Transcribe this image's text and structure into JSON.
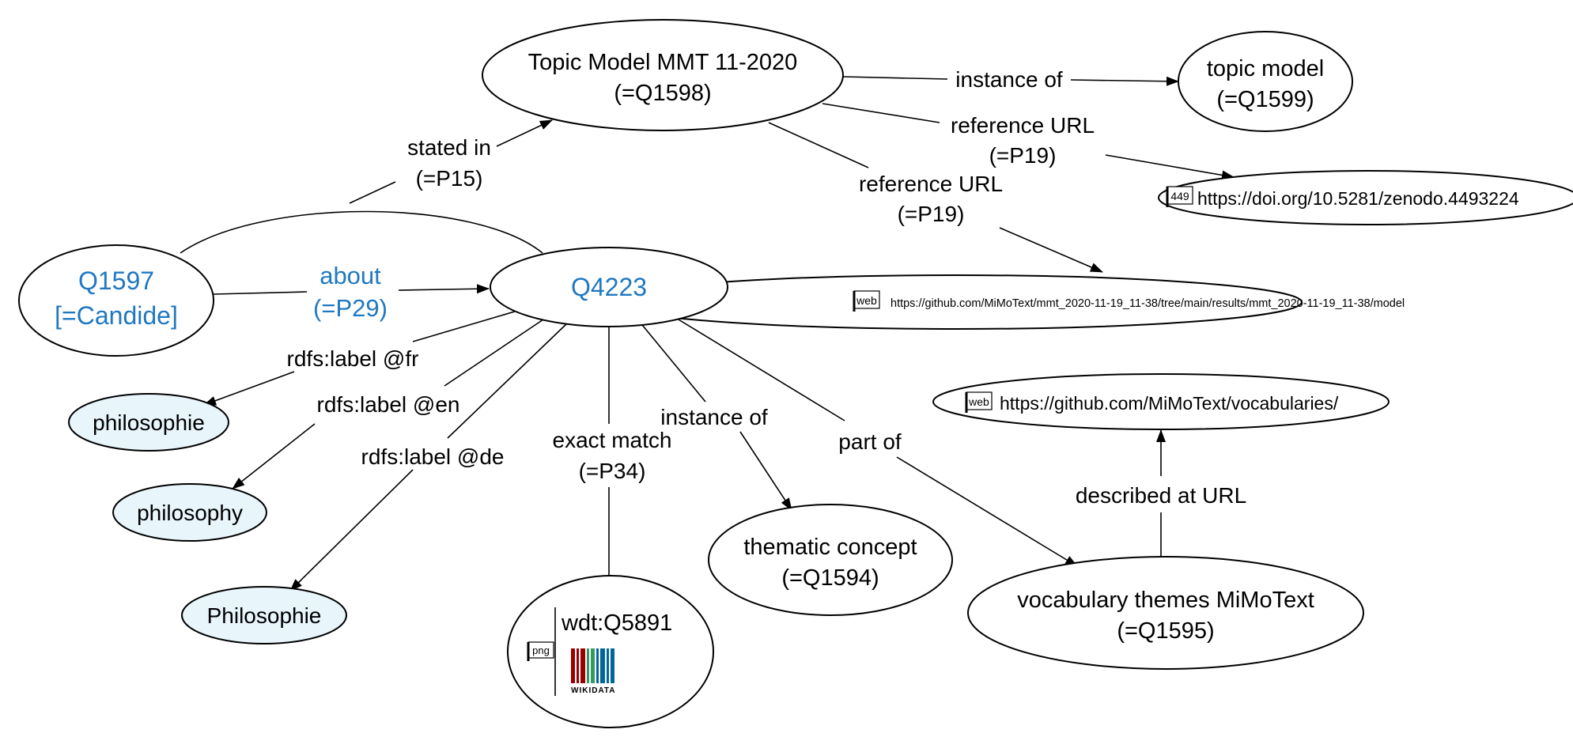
{
  "colors": {
    "entity_link": "#1f78c1",
    "literal_fill": "#e8f5fb",
    "line": "#000000"
  },
  "nodes": {
    "topic_model_mmt": {
      "line1": "Topic Model MMT 11-2020",
      "line2": "(=Q1598)"
    },
    "topic_model": {
      "line1": "topic model",
      "line2": "(=Q1599)"
    },
    "q1597": {
      "line1": "Q1597",
      "line2": "[=Candide]"
    },
    "q4223": {
      "label": "Q4223"
    },
    "doi_url": {
      "badge": "449",
      "url": "https://doi.org/10.5281/zenodo.4493224"
    },
    "github_model_url": {
      "badge": "web",
      "url": "https://github.com/MiMoText/mmt_2020-11-19_11-38/tree/main/results/mmt_2020-11-19_11-38/model"
    },
    "vocab_url": {
      "badge": "web",
      "url": "https://github.com/MiMoText/vocabularies/"
    },
    "philosophie_fr": {
      "label": "philosophie"
    },
    "philosophy_en": {
      "label": "philosophy"
    },
    "philosophie_de": {
      "label": "Philosophie"
    },
    "wdt_q5891": {
      "label": "wdt:Q5891",
      "badge": "png",
      "logo_text": "WIKIDATA"
    },
    "thematic_concept": {
      "line1": "thematic concept",
      "line2": "(=Q1594)"
    },
    "vocabulary_themes": {
      "line1": "vocabulary themes MiMoText",
      "line2": "(=Q1595)"
    }
  },
  "edges": {
    "stated_in": {
      "line1": "stated in",
      "line2": "(=P15)"
    },
    "instance_of_top": {
      "label": "instance of"
    },
    "reference_url_1": {
      "line1": "reference URL",
      "line2": "(=P19)"
    },
    "reference_url_2": {
      "line1": "reference URL",
      "line2": "(=P19)"
    },
    "about": {
      "line1": "about",
      "line2": "(=P29)"
    },
    "rdfs_label_fr": {
      "label": "rdfs:label @fr"
    },
    "rdfs_label_en": {
      "label": "rdfs:label @en"
    },
    "rdfs_label_de": {
      "label": "rdfs:label @de"
    },
    "exact_match": {
      "line1": "exact match",
      "line2": "(=P34)"
    },
    "instance_of_bottom": {
      "label": "instance of"
    },
    "part_of": {
      "label": "part of"
    },
    "described_at_url": {
      "label": "described at URL"
    }
  },
  "wikidata_bar_colors": [
    "#990000",
    "#990000",
    "#990000",
    "#339966",
    "#339966",
    "#006699",
    "#006699",
    "#006699",
    "#006699"
  ]
}
